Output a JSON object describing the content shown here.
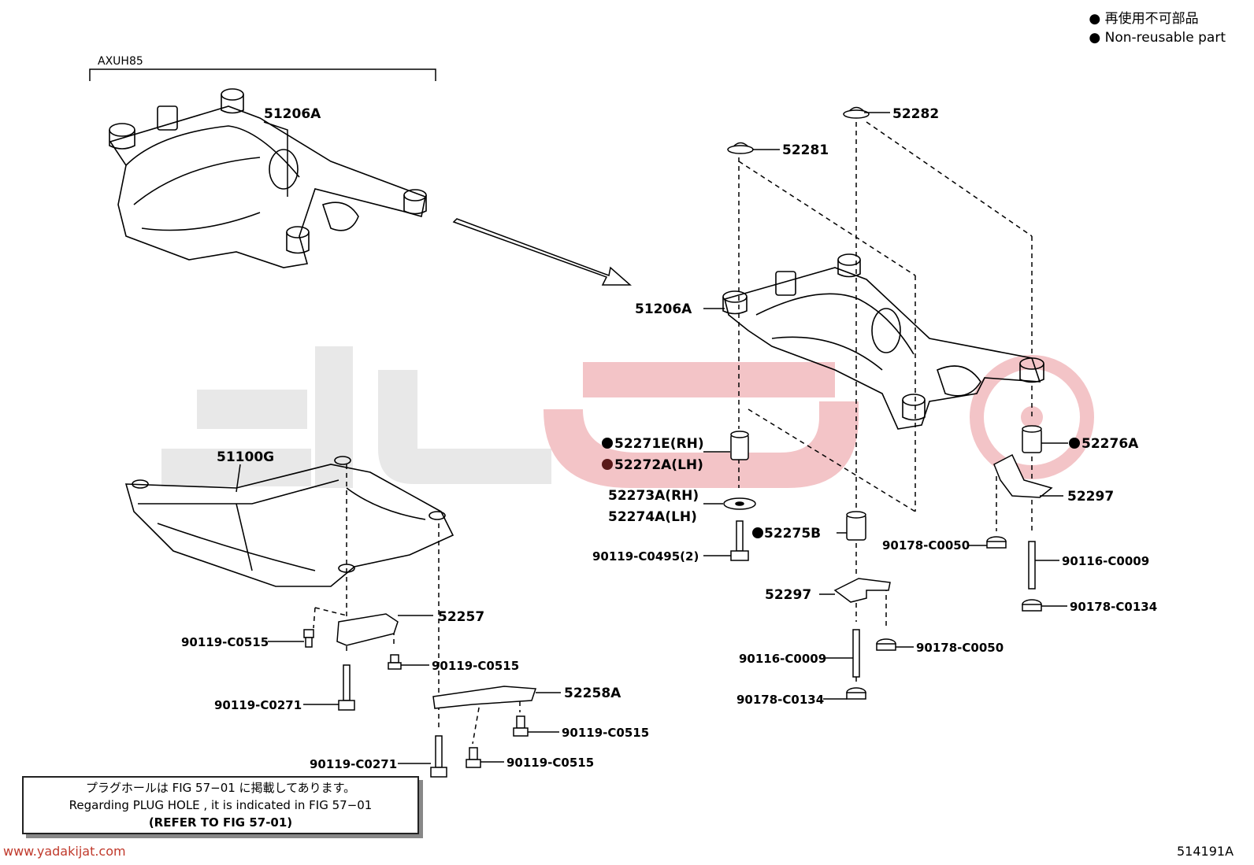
{
  "legend": {
    "line_ja": "再使用不可部品",
    "line_en": "Non-reusable part"
  },
  "model_code": "AXUH85",
  "labels": {
    "upper_left_frame": "51206A",
    "rear_frame": "51206A",
    "front_frame": "51100G",
    "p52282": "52282",
    "p52281": "52281",
    "p52271E": "52271E(RH)",
    "p52272A": "52272A(LH)",
    "p52273A": "52273A(RH)",
    "p52274A": "52274A(LH)",
    "p90119_C0495": "90119-C0495(2)",
    "p52275B": "52275B",
    "p52276A": "52276A",
    "p52297_right": "52297",
    "p52297_center": "52297",
    "p90178_C0050_a": "90178-C0050",
    "p90116_C0009_a": "90116-C0009",
    "p90178_C0134_a": "90178-C0134",
    "p90178_C0050_b": "90178-C0050",
    "p90116_C0009_b": "90116-C0009",
    "p90178_C0134_b": "90178-C0134",
    "p52257": "52257",
    "p90119_C0515_a": "90119-C0515",
    "p90119_C0515_b": "90119-C0515",
    "p90119_C0271_a": "90119-C0271",
    "p52258A": "52258A",
    "p90119_C0515_c": "90119-C0515",
    "p90119_C0271_b": "90119-C0271",
    "p90119_C0515_d": "90119-C0515"
  },
  "note": {
    "line_ja": "プラグホールは FIG 57−01 に掲載してあります。",
    "line_en": "Regarding  PLUG  HOLE , it is indicated in FIG 57−01",
    "line_ref": "(REFER TO FIG 57-01)"
  },
  "watermark_url": "www.yadakijat.com",
  "figure_code": "514191A",
  "colors": {
    "watermark_gray": "#e6e6e6",
    "watermark_red": "#f3c4c7",
    "url_red": "#c0392b",
    "line": "#000000"
  }
}
